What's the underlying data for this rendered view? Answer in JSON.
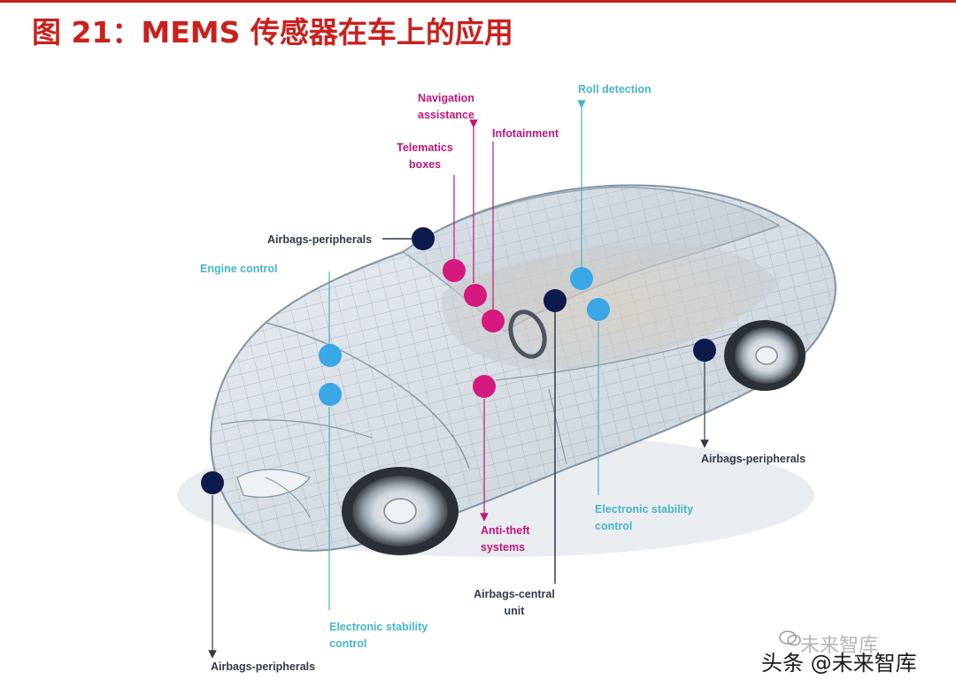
{
  "header": {
    "title": "图 21：MEMS 传感器在车上的应用"
  },
  "colors": {
    "title_red": "#c9211e",
    "navy": "#0d1a4d",
    "magenta": "#d6197f",
    "light_blue": "#3aa7e6",
    "car_line": "#7f94a3"
  },
  "labels": {
    "navigation_assistance_1": "Navigation",
    "navigation_assistance_2": "assistance",
    "roll_detection": "Roll detection",
    "infotainment": "Infotainment",
    "telematics_boxes_1": "Telematics",
    "telematics_boxes_2": "boxes",
    "airbags_peripherals_top": "Airbags-peripherals",
    "engine_control": "Engine control",
    "airbags_peripherals_right": "Airbags-peripherals",
    "electronic_stability_right_1": "Electronic stability",
    "electronic_stability_right_2": "control",
    "anti_theft_1": "Anti-theft",
    "anti_theft_2": "systems",
    "airbags_central_1": "Airbags-central",
    "airbags_central_2": "unit",
    "electronic_stability_left_1": "Electronic stability",
    "electronic_stability_left_2": "control",
    "airbags_peripherals_bottom": "Airbags-peripherals"
  },
  "watermark": {
    "text": "头条 @未来智库",
    "faint_text": "未来智库"
  }
}
